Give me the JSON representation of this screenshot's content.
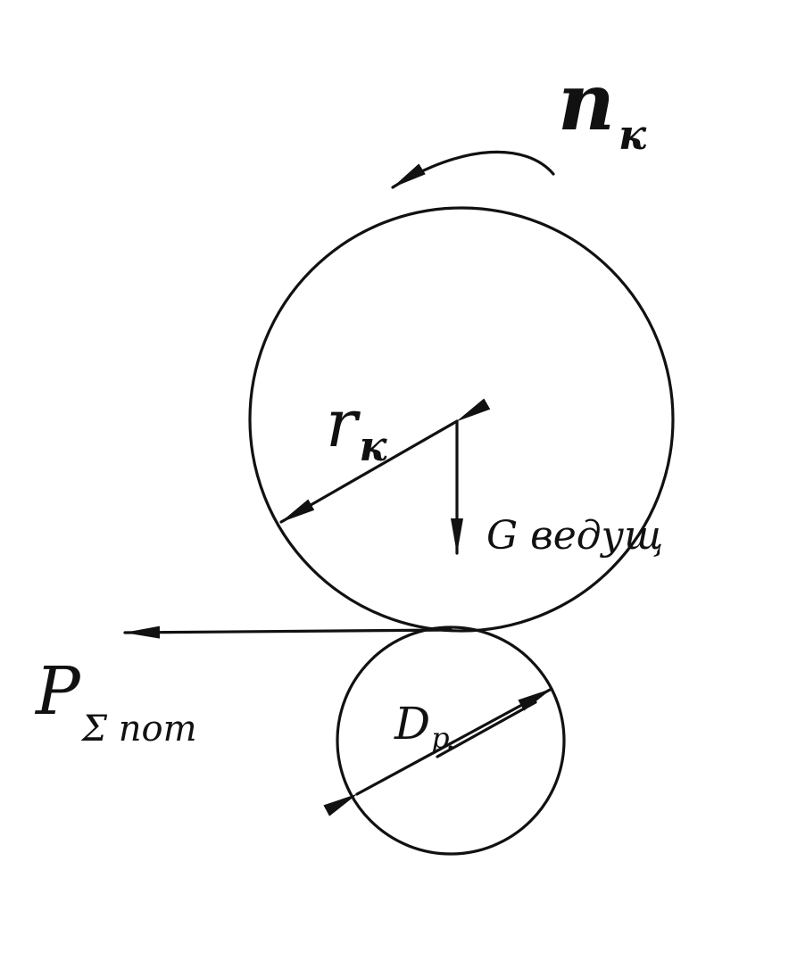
{
  "labels": {
    "rotation_main": "n",
    "rotation_sub": "к",
    "radius_main": "r",
    "radius_sub": "к",
    "weight": "G ведущ",
    "force_main": "P",
    "force_sub": "Σ пот",
    "diameter_main": "D",
    "diameter_sub": "р"
  },
  "colors": {
    "ink": "#111111",
    "paper": "#ffffff"
  }
}
